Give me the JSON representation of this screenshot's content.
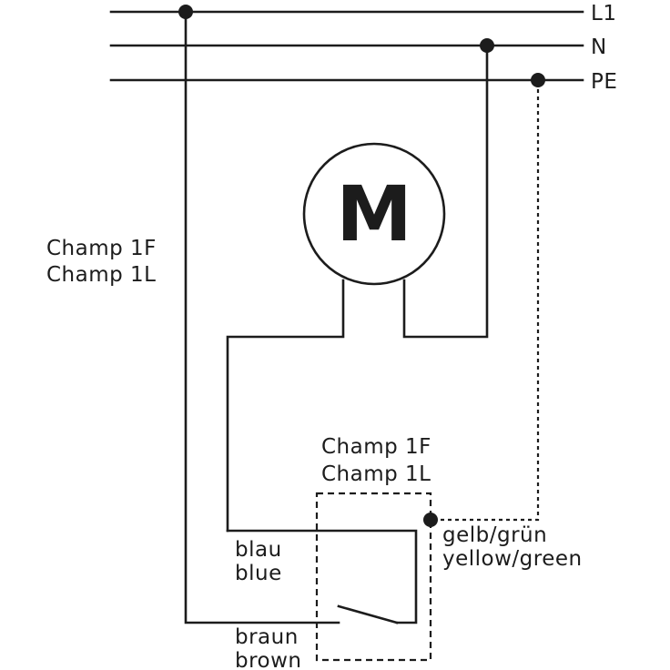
{
  "bus": {
    "l1": "L1",
    "n": "N",
    "pe": "PE"
  },
  "motor": {
    "letter": "M"
  },
  "device_label_left": {
    "line1": "Champ 1F",
    "line2": "Champ 1L"
  },
  "switch_label": {
    "line1": "Champ 1F",
    "line2": "Champ 1L"
  },
  "wires": {
    "blue_de": "blau",
    "blue_en": "blue",
    "brown_de": "braun",
    "brown_en": "brown",
    "earth_de": "gelb/grün",
    "earth_en": "yellow/green"
  },
  "colors": {
    "line": "#1c1c1c",
    "background": "#ffffff"
  }
}
